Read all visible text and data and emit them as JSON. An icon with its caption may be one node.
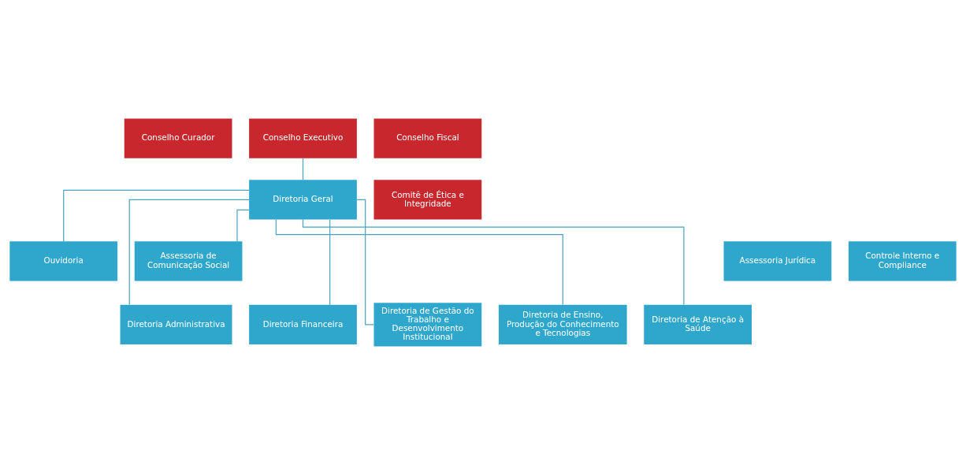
{
  "diagram": {
    "nodes": [
      {
        "text": [
          "Conselho Curador"
        ]
      },
      {
        "text": [
          "Conselho Executivo"
        ]
      },
      {
        "text": [
          "Conselho Fiscal"
        ]
      },
      {
        "text": [
          "Comitê de Ética e Integridade"
        ]
      },
      {
        "text": [
          "Diretoria Geral"
        ]
      },
      {
        "text": [
          "Assessoria Jurídica"
        ]
      },
      {
        "text": [
          "Controle Interno e Compliance"
        ]
      },
      {
        "text": [
          "Ouvidoria"
        ]
      },
      {
        "text": [
          "Assessoria de Comunicação Social"
        ]
      },
      {
        "text": [
          "Diretoria Administrativa"
        ]
      },
      {
        "text": [
          "Diretoria Financeira"
        ]
      },
      {
        "text": [
          "Diretoria de Gestão do Trabalho e Desenvolvimento Institucional"
        ]
      },
      {
        "text": [
          "Diretoria de Ensino, Produção do Conhecimento e Tecnologias"
        ]
      },
      {
        "text": [
          "Diretoria de Atenção à Saúde"
        ]
      }
    ],
    "edges": [
      {
        "from": 1,
        "to": 4,
        "arrow": "none"
      },
      {
        "from": 4,
        "to": 7,
        "arrow": "none"
      },
      {
        "from": 4,
        "to": 8,
        "arrow": "none"
      },
      {
        "from": 4,
        "to": 9,
        "arrow": "none"
      },
      {
        "from": 4,
        "to": 10,
        "arrow": "none"
      },
      {
        "from": 4,
        "to": 11,
        "arrow": "none"
      },
      {
        "from": 4,
        "to": 12,
        "arrow": "none"
      },
      {
        "from": 4,
        "to": 13,
        "arrow": "none"
      }
    ]
  }
}
